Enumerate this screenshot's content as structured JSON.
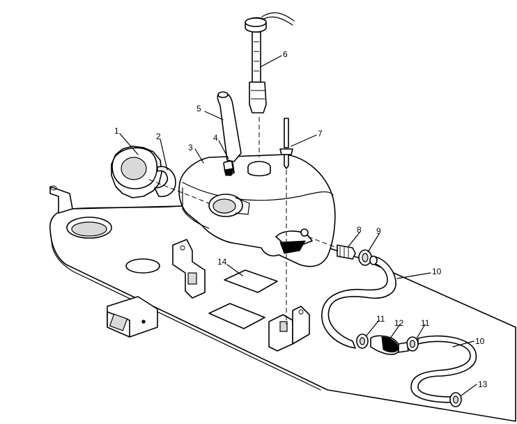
{
  "callouts": {
    "c1": "1",
    "c2": "2",
    "c3": "3",
    "c4": "4",
    "c5": "5",
    "c6": "6",
    "c7": "7",
    "c8": "8",
    "c9": "9",
    "c10a": "10",
    "c10b": "10",
    "c11a": "11",
    "c11b": "11",
    "c12": "12",
    "c13": "13",
    "c14": "14"
  }
}
